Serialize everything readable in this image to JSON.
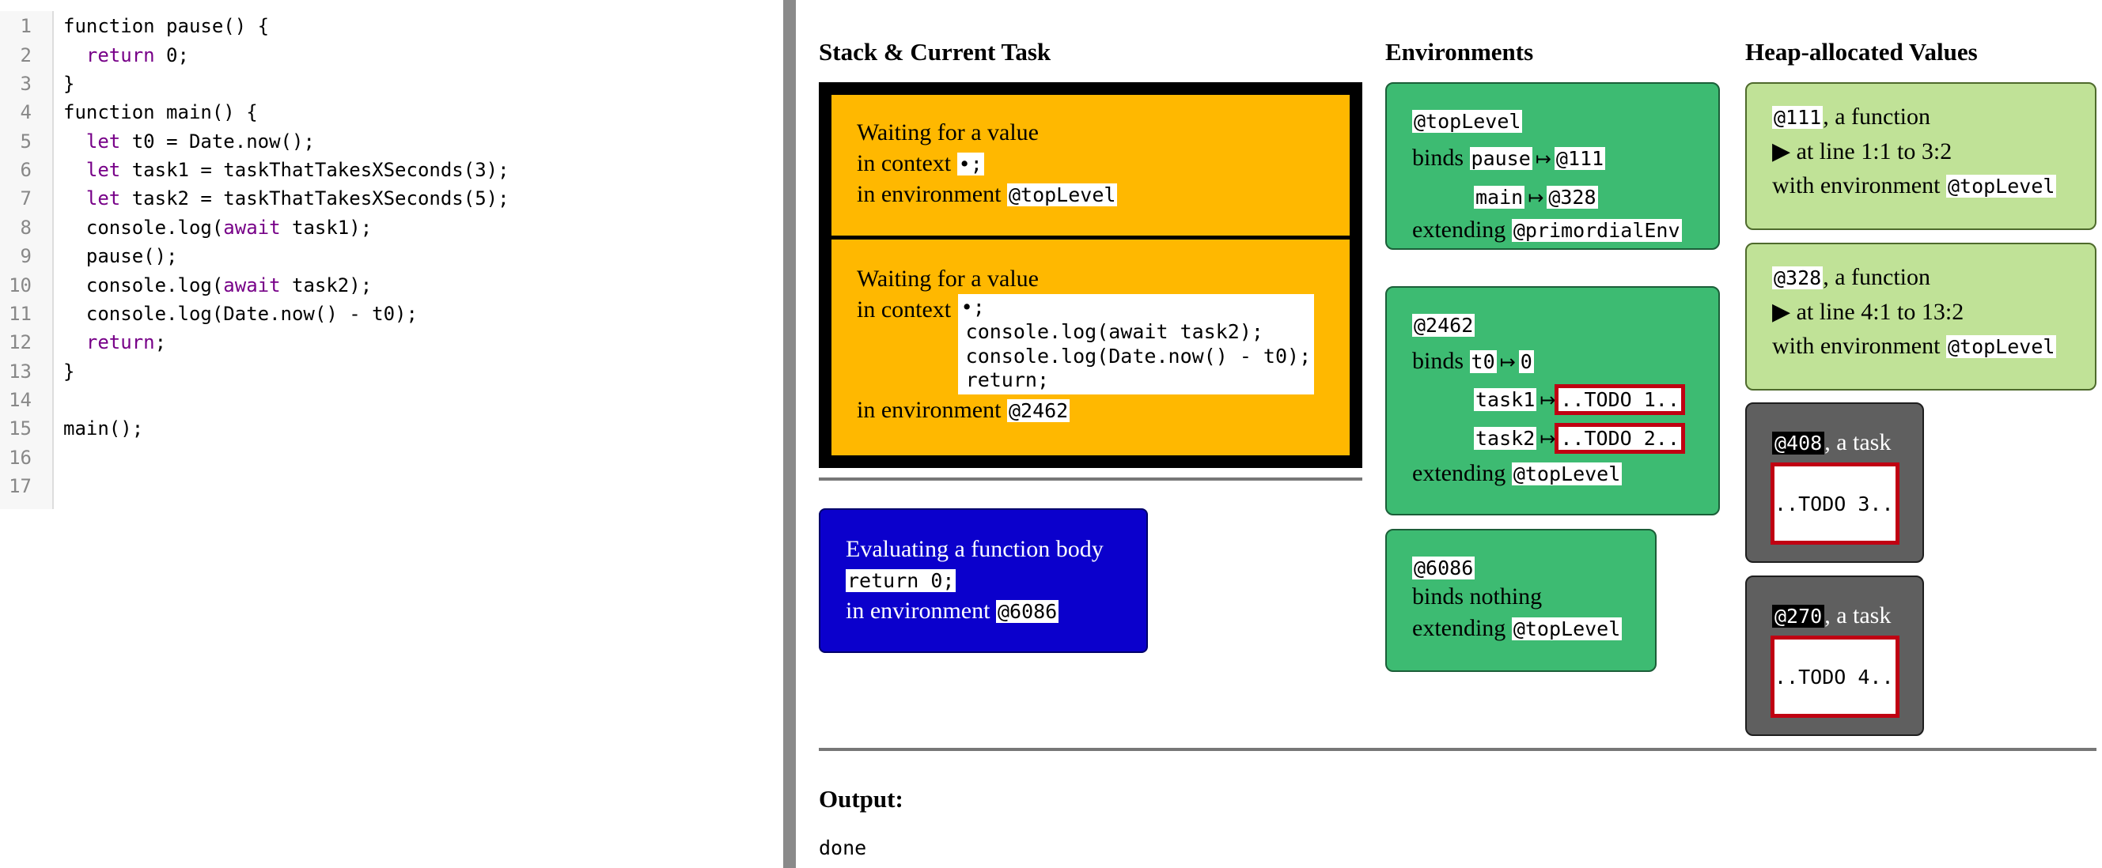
{
  "editor": {
    "line_numbers": [
      "1",
      "2",
      "3",
      "4",
      "5",
      "6",
      "7",
      "8",
      "9",
      "10",
      "11",
      "12",
      "13",
      "14",
      "15",
      "16",
      "17"
    ]
  },
  "headings": {
    "stack": "Stack & Current Task",
    "environments": "Environments",
    "heap": "Heap-allocated Values",
    "output": "Output:"
  },
  "stack": {
    "frame1": {
      "title": "Waiting for a value",
      "context_label": "in context",
      "context_code": "•;",
      "env_label": "in environment",
      "env": "@topLevel"
    },
    "frame2": {
      "title": "Waiting for a value",
      "context_label": "in context",
      "context_code_1": "•;",
      "context_code_2": "console.log(await task2);",
      "context_code_3": "console.log(Date.now() - t0);",
      "context_code_4": "return;",
      "env_label": "in environment",
      "env": "@2462"
    }
  },
  "current_task": {
    "title": "Evaluating a function body",
    "code": "return 0;",
    "env_label": "in environment",
    "env": "@6086"
  },
  "environments": {
    "top": {
      "id": "@topLevel",
      "binds_label": "binds",
      "b1_name": "pause",
      "b1_val": "@111",
      "b2_name": "main",
      "b2_val": "@328",
      "extending_label": "extending",
      "extending": "@primordialEnv"
    },
    "e2462": {
      "id": "@2462",
      "binds_label": "binds",
      "b1_name": "t0",
      "b1_val": "0",
      "b2_name": "task1",
      "b2_val": "..TODO 1..",
      "b3_name": "task2",
      "b3_val": "..TODO 2..",
      "extending_label": "extending",
      "extending": "@topLevel"
    },
    "e6086": {
      "id": "@6086",
      "binds_text": "binds nothing",
      "extending_label": "extending",
      "extending": "@topLevel"
    }
  },
  "heap": {
    "f111": {
      "id": "@111",
      "kind": ", a function",
      "loc": "▶ at line 1:1 to 3:2",
      "env_label": "with environment",
      "env": "@topLevel"
    },
    "f328": {
      "id": "@328",
      "kind": ", a function",
      "loc": "▶ at line 4:1 to 13:2",
      "env_label": "with environment",
      "env": "@topLevel"
    },
    "t408": {
      "id": "@408",
      "kind": ", a task",
      "value": "..TODO 3.."
    },
    "t270": {
      "id": "@270",
      "kind": ", a task",
      "value": "..TODO 4.."
    }
  },
  "output": {
    "text": "done"
  },
  "colors": {
    "waiting_frame": "#ffb800",
    "current_task": "#0b00cc",
    "environment": "#3dbb72",
    "heap_function": "#c0e297",
    "heap_task": "#5f5f5f",
    "todo_border": "#c00012",
    "keyword": "#770088"
  }
}
